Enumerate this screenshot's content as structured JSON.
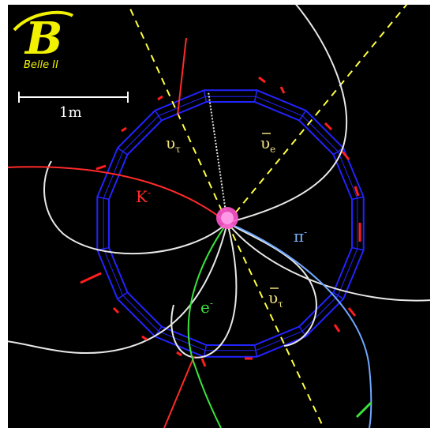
{
  "logo": {
    "letter": "B",
    "caption": "Belle II",
    "color": "#f2f200"
  },
  "scale_bar": {
    "label": "1m",
    "color": "#ffffff"
  },
  "labels": {
    "kaon": {
      "base": "K",
      "sup": "-",
      "color": "#ff2a2a"
    },
    "pion": {
      "base": "π",
      "sup": "-",
      "color": "#7fb2ff"
    },
    "electron": {
      "base": "e",
      "sup": "-",
      "color": "#3be43b"
    },
    "nu_tau_top": {
      "base": "υ",
      "sub": "τ",
      "color": "#f0e080"
    },
    "nu_e_bar": {
      "base": "υ",
      "sub": "e",
      "bar": true,
      "color": "#f0e080"
    },
    "nu_tau_bar": {
      "base": "υ",
      "sub": "τ",
      "bar": true,
      "color": "#f0e080"
    }
  },
  "colors": {
    "background": "#000000",
    "detector": "#2323ff",
    "neutrino": "#ffff40",
    "track_white": "#e8e8e8",
    "ecl_hits": "#ff1e1e",
    "vertex": "#ff55cc"
  }
}
